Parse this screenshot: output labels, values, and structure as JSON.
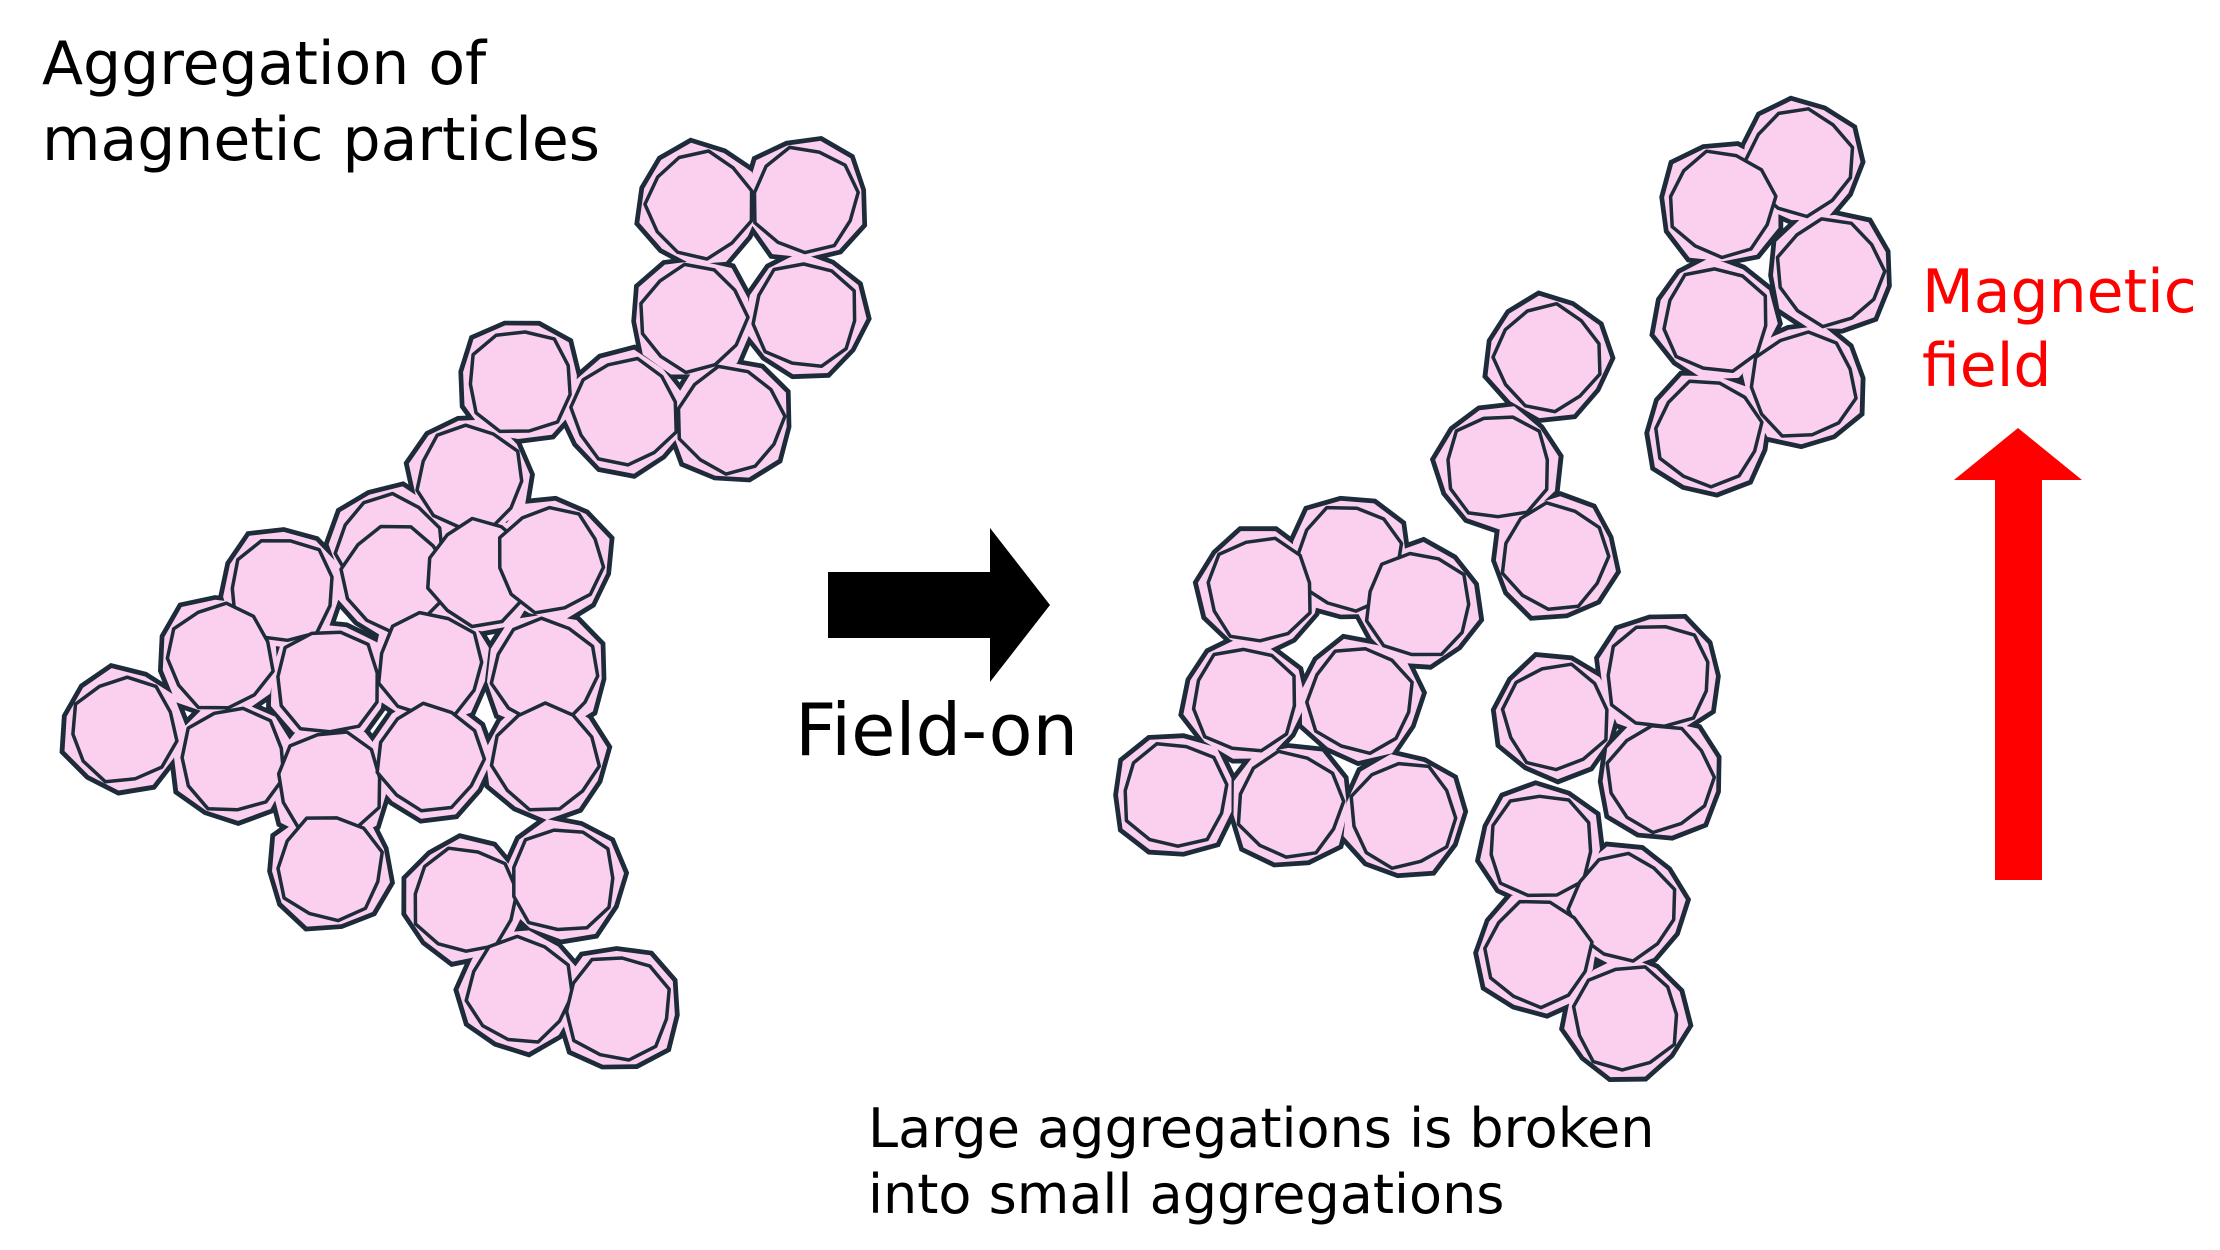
{
  "labels": {
    "aggregation_line1": "Aggregation of",
    "aggregation_line2": "magnetic particles",
    "field_on": "Field-on",
    "magnetic_line1": "Magnetic",
    "magnetic_line2": "field",
    "broken_line1": "Large aggregations is broken",
    "broken_line2": "into small aggregations"
  },
  "colors": {
    "particle_fill": "#fbd0ee",
    "outline": "#1d2b3a",
    "process_arrow": "#000000",
    "field_arrow": "#ff0000",
    "field_text": "#ff0000"
  }
}
